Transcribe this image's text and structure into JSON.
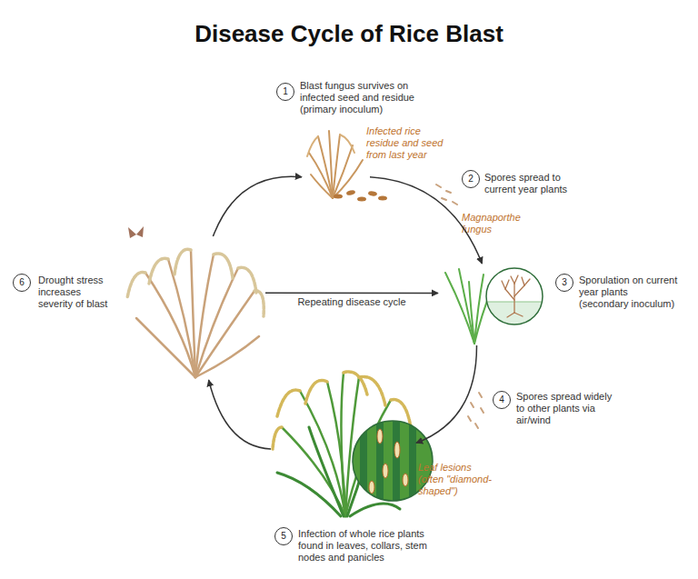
{
  "diagram": {
    "title": "Disease Cycle of Rice Blast",
    "nodes": [
      {
        "text": [
          "Blast fungus survives on infected seed and residue (primary inoculum)",
          "Infected rice residue and seed from last year"
        ]
      },
      {
        "text": [
          "1"
        ],
        "in": 0
      },
      {
        "text": [
          "Spores spread to current year plants"
        ]
      },
      {
        "text": [
          "2"
        ],
        "in": 2
      },
      {
        "text": [
          "Sporulation on current year plants (secondary inoculum)"
        ]
      },
      {
        "text": [
          "3"
        ],
        "in": 4
      },
      {
        "text": [
          "Spores spread widely to other plants via air/wind"
        ]
      },
      {
        "text": [
          "4"
        ],
        "in": 6
      },
      {
        "text": [
          "Infection of whole rice plants found in leaves, collars, stem nodes and panicles",
          "Leaf lesions (often \"diamond-shaped\")"
        ]
      },
      {
        "text": [
          "5"
        ],
        "in": 8
      },
      {
        "text": [
          "Drought stress increases severity of blast"
        ]
      },
      {
        "text": [
          "6"
        ],
        "in": 10
      }
    ],
    "edges": [
      {
        "from": 0,
        "to": 4,
        "arrow": "to"
      },
      {
        "from": 4,
        "to": 8,
        "arrow": "to"
      },
      {
        "from": 8,
        "to": 10,
        "arrow": "to"
      },
      {
        "from": 10,
        "to": 0,
        "arrow": "to"
      },
      {
        "from": 10,
        "to": 4,
        "label": "Repeating disease cycle",
        "arrow": "to"
      }
    ],
    "labels": [
      "Magnaporthe fungus"
    ]
  }
}
